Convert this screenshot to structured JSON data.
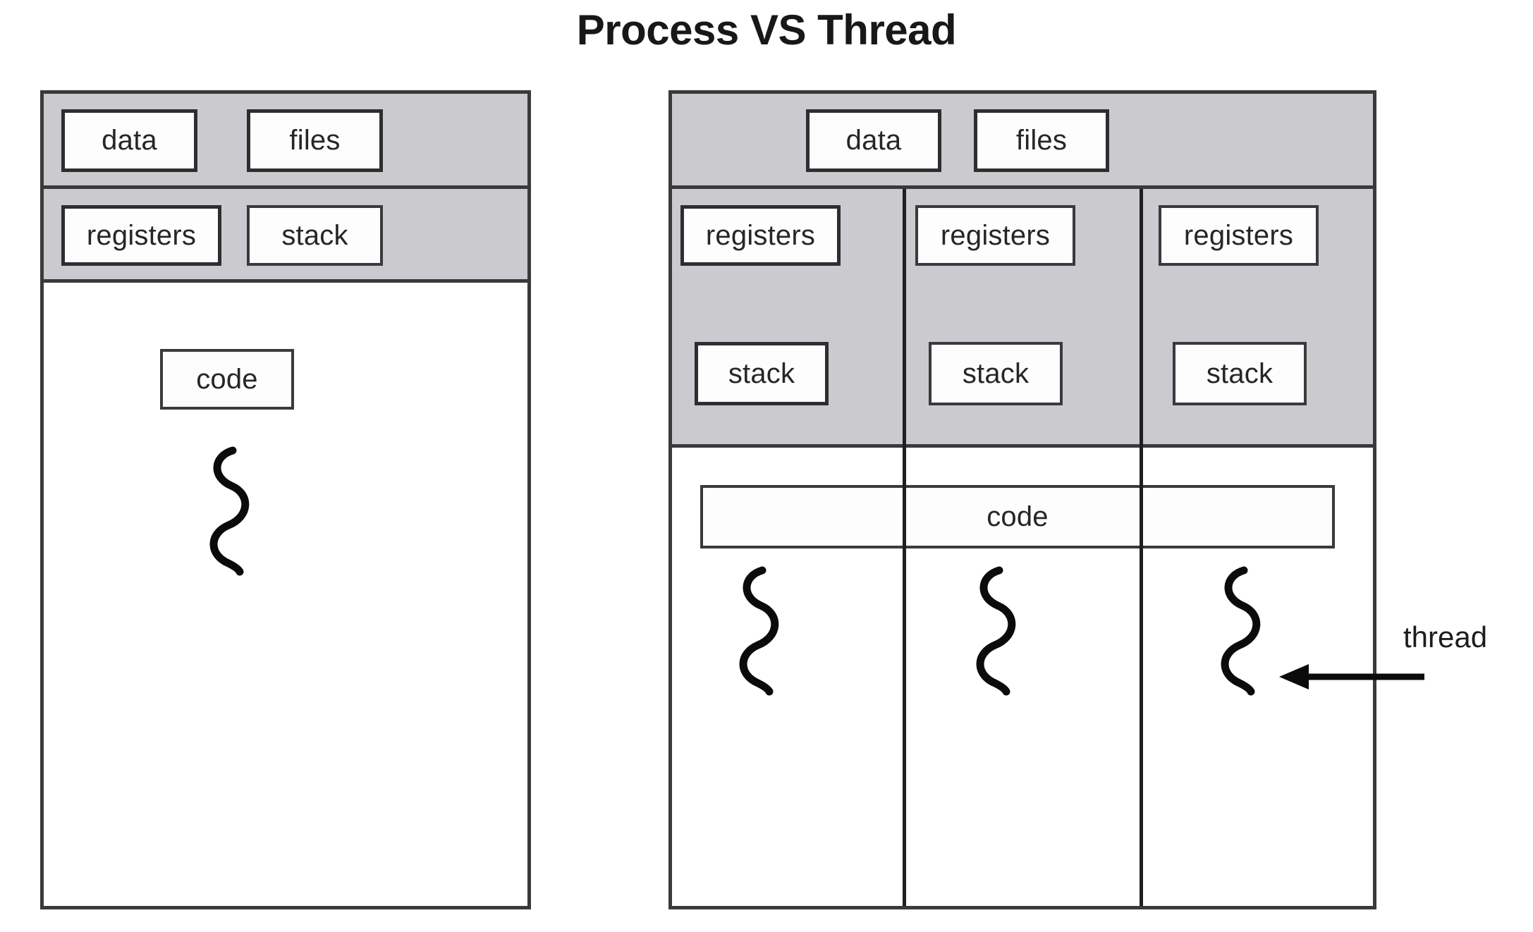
{
  "title": "Process VS Thread",
  "process": {
    "name": "process",
    "shared_top": [
      {
        "label": "data"
      },
      {
        "label": "files"
      }
    ],
    "per_thread": [
      {
        "label": "registers"
      },
      {
        "label": "stack"
      }
    ],
    "code": {
      "label": "code"
    },
    "thread_count": 1
  },
  "thread": {
    "name": "thread",
    "shared_top": [
      {
        "label": "data"
      },
      {
        "label": "files"
      }
    ],
    "columns": [
      {
        "registers": "registers",
        "stack": "stack"
      },
      {
        "registers": "registers",
        "stack": "stack"
      },
      {
        "registers": "registers",
        "stack": "stack"
      }
    ],
    "code": {
      "label": "code"
    },
    "thread_count": 3
  },
  "annotation": {
    "thread_label": "thread",
    "arrow_icon": "arrow-left-icon"
  },
  "colors": {
    "shared_band": "#cbcbcf",
    "border": "#3a3a3c",
    "cell_border": "#2e2e30",
    "cell_fill": "#fdfdfd",
    "ink": "#1d1d1f",
    "page": "#ffffff"
  }
}
